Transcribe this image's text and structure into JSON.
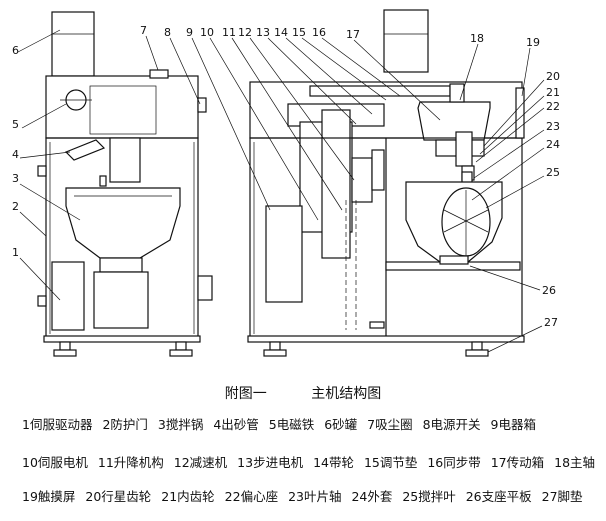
{
  "caption": {
    "figure": "附图一",
    "title": "主机结构图"
  },
  "callouts": [
    "1",
    "2",
    "3",
    "4",
    "5",
    "6",
    "7",
    "8",
    "9",
    "10",
    "11",
    "12",
    "13",
    "14",
    "15",
    "16",
    "17",
    "18",
    "19",
    "20",
    "21",
    "22",
    "23",
    "24",
    "25",
    "26",
    "27"
  ],
  "legend": [
    [
      "1伺服驱动器",
      "2防护门",
      "3搅拌锅",
      "4出砂管",
      "5电磁铁",
      "6砂罐",
      "7吸尘圈",
      "8电源开关",
      "9电器箱"
    ],
    [
      "10伺服电机",
      "11升降机构",
      "12减速机",
      "13步进电机",
      "14带轮",
      "15调节垫",
      "16同步带",
      "17传动箱",
      "18主轴"
    ],
    [
      "19触摸屏",
      "20行星齿轮",
      "21内齿轮",
      "22偏心座",
      "23叶片轴",
      "24外套",
      "25搅拌叶",
      "26支座平板",
      "27脚垫"
    ]
  ]
}
